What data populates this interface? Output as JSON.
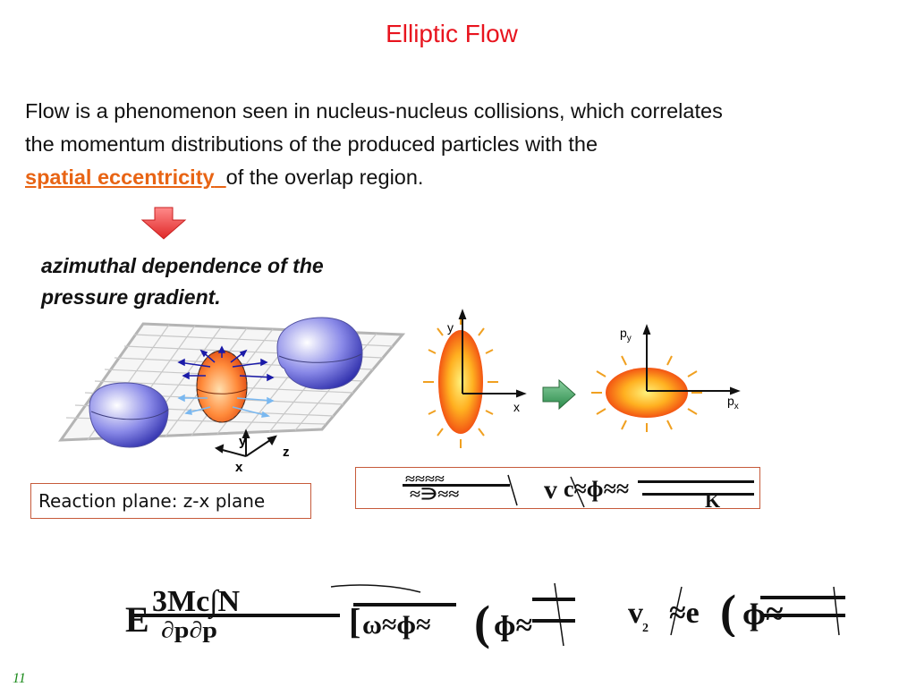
{
  "slide": {
    "title": "Elliptic Flow",
    "paragraph_line1": "Flow is a phenomenon seen in nucleus-nucleus collisions, which correlates",
    "paragraph_line2": "the momentum distributions of the produced particles with the",
    "keyword": "spatial eccentricity",
    "paragraph_line3_rest": "of the overlap region.",
    "subheading_line1": "azimuthal dependence of the",
    "subheading_line2": "pressure gradient.",
    "reaction_plane": "Reaction plane: z-x plane",
    "page_number": "11"
  },
  "collision_diagram": {
    "axis_y": "y",
    "axis_z": "z",
    "axis_x": "x"
  },
  "flow_diagram": {
    "left_axis_y": "y",
    "left_axis_x": "x",
    "right_axis_py": "p",
    "right_axis_py_sub": "y",
    "right_axis_px": "p",
    "right_axis_px_sub": "x"
  },
  "colors": {
    "title": "#e8141e",
    "keyword": "#e86414",
    "arrow_down": "#f05050",
    "arrow_right": "#3a9a5a",
    "box_border": "#c65a3a",
    "page_number": "#1a8a1a"
  }
}
